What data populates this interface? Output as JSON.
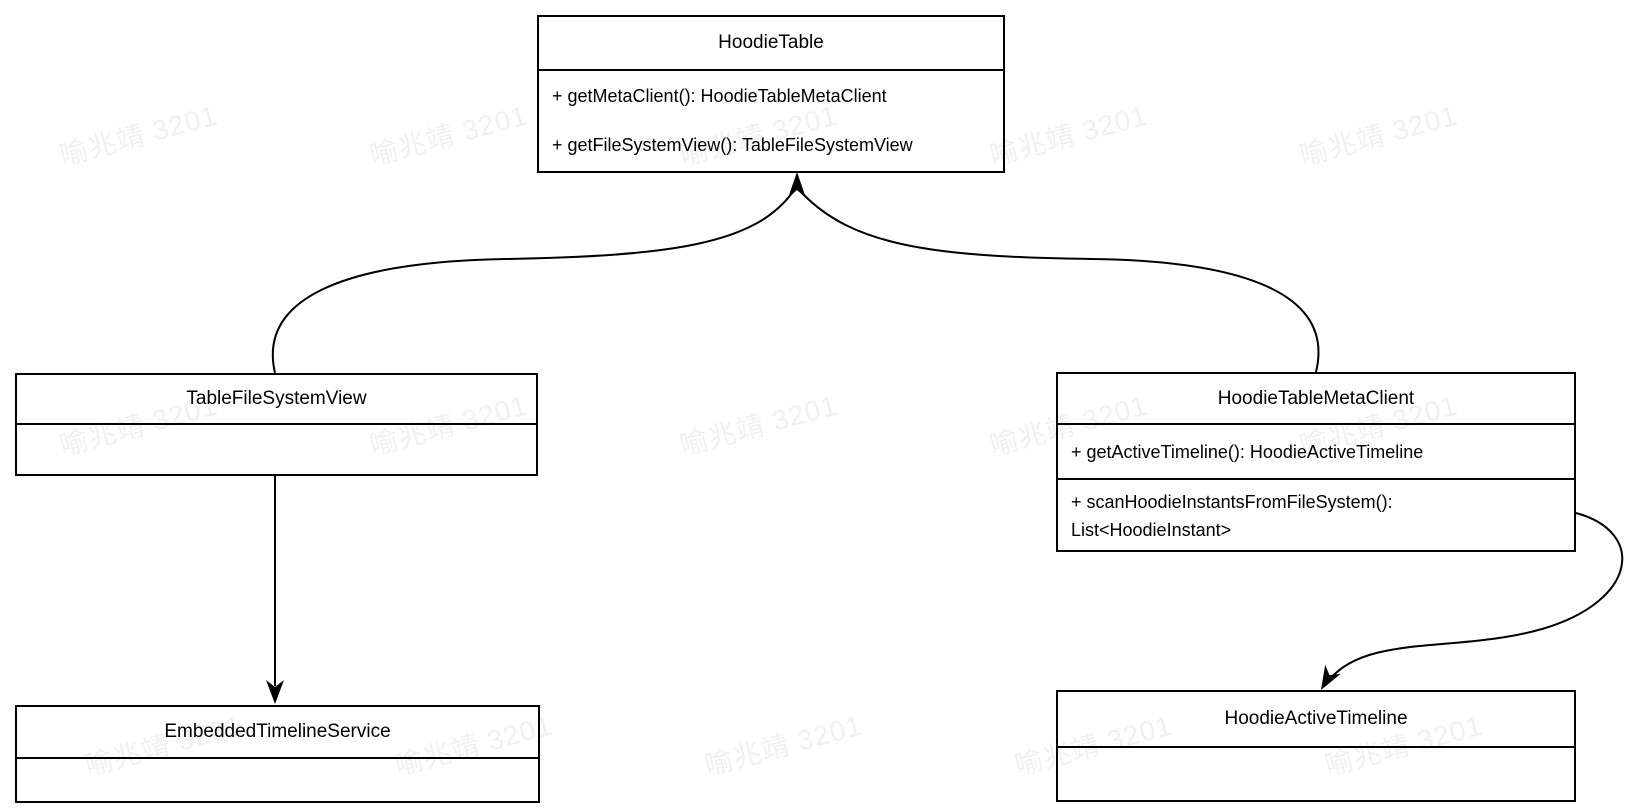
{
  "diagram": {
    "hoodie_table": {
      "title": "HoodieTable",
      "methods": [
        "+ getMetaClient(): HoodieTableMetaClient",
        "+ getFileSystemView(): TableFileSystemView"
      ]
    },
    "table_file_system_view": {
      "title": "TableFileSystemView"
    },
    "hoodie_table_meta_client": {
      "title": "HoodieTableMetaClient",
      "methods": [
        "+ getActiveTimeline(): HoodieActiveTimeline",
        "+ scanHoodieInstantsFromFileSystem(): List<HoodieInstant>"
      ]
    },
    "embedded_timeline_service": {
      "title": "EmbeddedTimelineService"
    },
    "hoodie_active_timeline": {
      "title": "HoodieActiveTimeline"
    }
  },
  "relations": [
    {
      "from": "TableFileSystemView",
      "to": "HoodieTable"
    },
    {
      "from": "HoodieTableMetaClient",
      "to": "HoodieTable"
    },
    {
      "from": "TableFileSystemView",
      "to": "EmbeddedTimelineService"
    },
    {
      "from": "HoodieTableMetaClient",
      "to": "HoodieActiveTimeline"
    }
  ],
  "watermark": {
    "text": "喻兆靖 3201",
    "color": "rgba(0, 0, 0, 0.06)"
  },
  "colors": {
    "stroke": "#000000",
    "node_fill": "#ffffff",
    "background": "#ffffff"
  }
}
